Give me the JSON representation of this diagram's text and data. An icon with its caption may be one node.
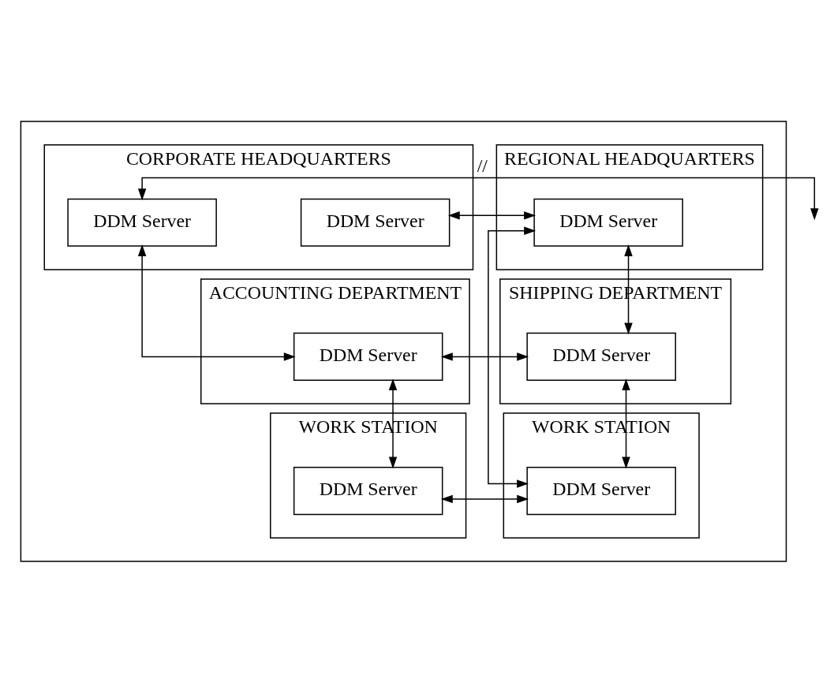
{
  "diagram": {
    "nodes": [
      {
        "text": [],
        "shape": "box"
      },
      {
        "text": [
          "REGIONAL HEADQUARTERS"
        ],
        "in": 0
      },
      {
        "text": [
          "DDM Server"
        ],
        "in": 1
      },
      {
        "text": [
          "CORPORATE HEADQUARTERS"
        ],
        "in": 0
      },
      {
        "text": [
          "DDM Server"
        ],
        "in": 3
      },
      {
        "text": [
          "DDM Server"
        ],
        "in": 3
      },
      {
        "text": [
          "SHIPPING DEPARTMENT"
        ],
        "in": 0
      },
      {
        "text": [
          "DDM Server"
        ],
        "in": 6
      },
      {
        "text": [
          "ACCOUNTING DEPARTMENT"
        ],
        "in": 0
      },
      {
        "text": [
          "DDM Server"
        ],
        "in": 8
      },
      {
        "text": [
          "WORK STATION"
        ],
        "in": 0
      },
      {
        "text": [
          "DDM Server"
        ],
        "in": 10
      },
      {
        "text": [
          "WORK STATION"
        ],
        "in": 0
      },
      {
        "text": [
          "DDM Server"
        ],
        "in": 12
      }
    ],
    "edges": [
      {
        "from": 2,
        "to": 4,
        "arrow": "both"
      },
      {
        "from": 5,
        "to": null,
        "arrow": "both",
        "label": "//"
      },
      {
        "from": 2,
        "to": 7,
        "arrow": "both"
      },
      {
        "from": 2,
        "to": 11,
        "arrow": "both"
      },
      {
        "from": 5,
        "to": 9,
        "arrow": "both"
      },
      {
        "from": 7,
        "to": 9,
        "arrow": "both"
      },
      {
        "from": 7,
        "to": 11,
        "arrow": "both"
      },
      {
        "from": 9,
        "to": 13,
        "arrow": "both"
      },
      {
        "from": 11,
        "to": 13,
        "arrow": "both"
      }
    ]
  }
}
